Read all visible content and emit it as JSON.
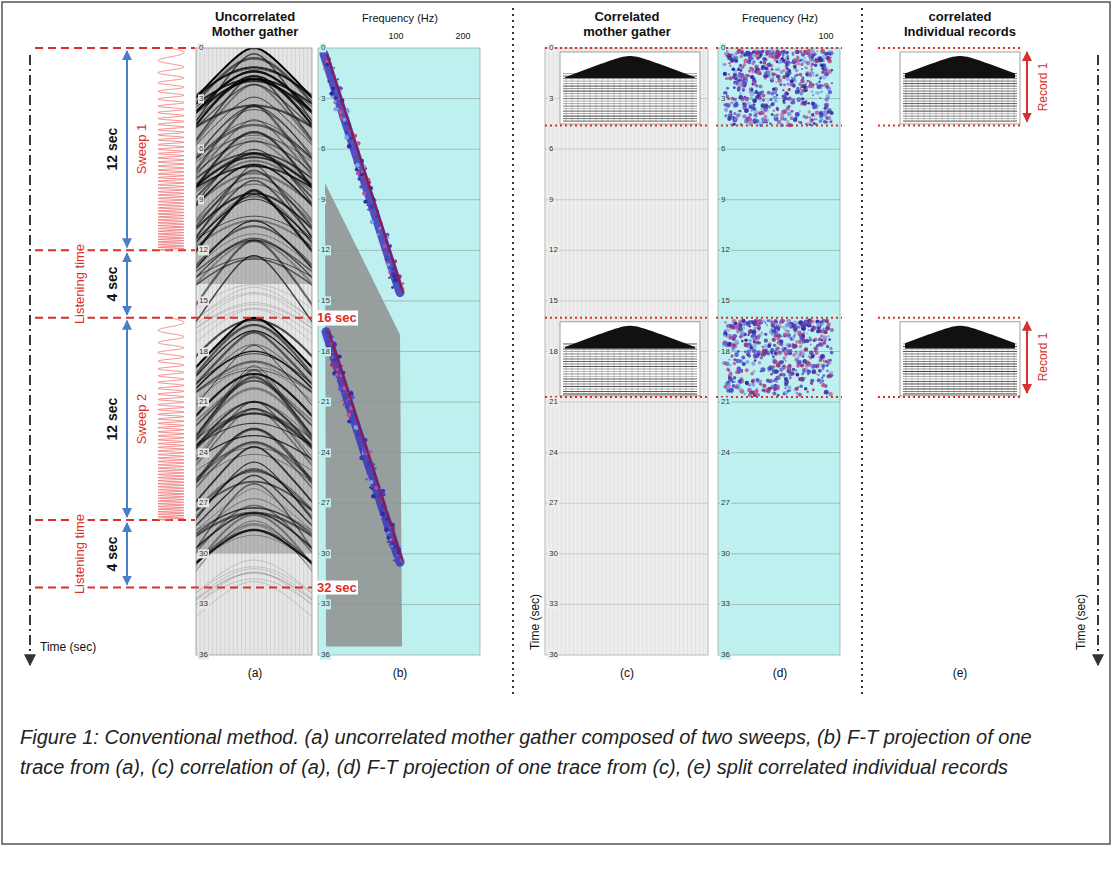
{
  "diagram": {
    "caption": "Figure 1: Conventional method. (a) uncorrelated mother gather composed of two sweeps, (b) F-T projection of one trace from (a), (c) correlation of (a), (d) F-T projection of one trace from (c), (e) split correlated individual records",
    "labels": [
      "Uncorrelated Mother gather",
      "Frequency (Hz)",
      "100",
      "200",
      "Correlated mother gather",
      "Frequency (Hz)",
      "100",
      "correlated Individual records",
      "12 sec",
      "Sweep 1",
      "Listening time",
      "4 sec",
      "16 sec",
      "12 sec",
      "Sweep 2",
      "Listening time",
      "4 sec",
      "32 sec",
      "Record 1",
      "Record 1",
      "Time (sec)",
      "Time (sec)",
      "Time (sec)",
      "(a)",
      "(b)",
      "(c)",
      "(d)",
      "(e)",
      "0",
      "3",
      "6",
      "9",
      "12",
      "15",
      "18",
      "21",
      "24",
      "27",
      "30",
      "33",
      "36",
      "0",
      "3",
      "6",
      "9",
      "12",
      "15",
      "18",
      "21",
      "24",
      "27",
      "30",
      "33",
      "36",
      "0",
      "3",
      "6",
      "9",
      "12",
      "15",
      "18",
      "21",
      "24",
      "27",
      "30",
      "33",
      "36",
      "0",
      "3",
      "6",
      "9",
      "12",
      "15",
      "18",
      "21",
      "24",
      "27",
      "30",
      "33",
      "36"
    ]
  }
}
